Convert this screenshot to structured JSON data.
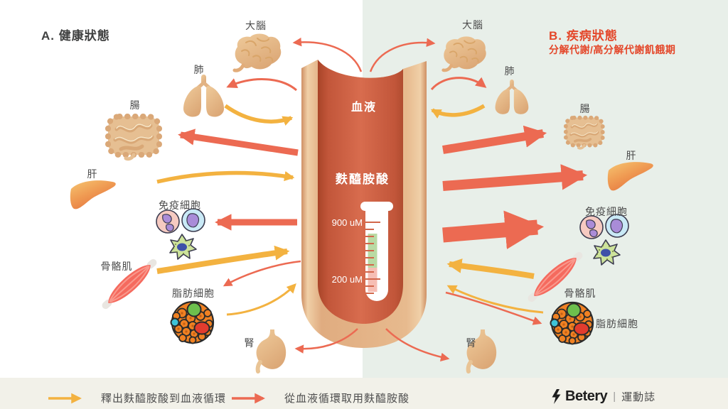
{
  "panels": {
    "healthy": {
      "title": "A. 健康狀態"
    },
    "disease": {
      "title": "B. 疾病狀態",
      "subtitle": "分解代謝/高分解代謝飢餓期"
    }
  },
  "vessel": {
    "blood": "血液",
    "glutamine": "麩醯胺酸",
    "scale_high": "900 uM",
    "scale_low": "200 uM"
  },
  "organs": {
    "left": {
      "brain": "大腦",
      "lung": "肺",
      "intestine": "腸",
      "liver": "肝",
      "immune": "免疫細胞",
      "muscle": "骨骼肌",
      "fat": "脂肪細胞",
      "kidney": "腎"
    },
    "right": {
      "brain": "大腦",
      "lung": "肺",
      "intestine": "腸",
      "liver": "肝",
      "immune": "免疫細胞",
      "muscle": "骨骼肌",
      "fat": "脂肪細胞",
      "kidney": "腎"
    }
  },
  "legend": {
    "release": "釋出麩醯胺酸到血液循環",
    "uptake": "從血液循環取用麩醯胺酸"
  },
  "brand": {
    "name": "Betery",
    "separator": "|",
    "tagline": "運動誌"
  },
  "colors": {
    "release_arrow": "#f3b240",
    "uptake_arrow": "#ec6a52",
    "disease_accent": "#e4472a",
    "healthy_bg": "#ffffff",
    "disease_bg": "#e8efe9",
    "footer_bg": "#f2f1e9"
  }
}
